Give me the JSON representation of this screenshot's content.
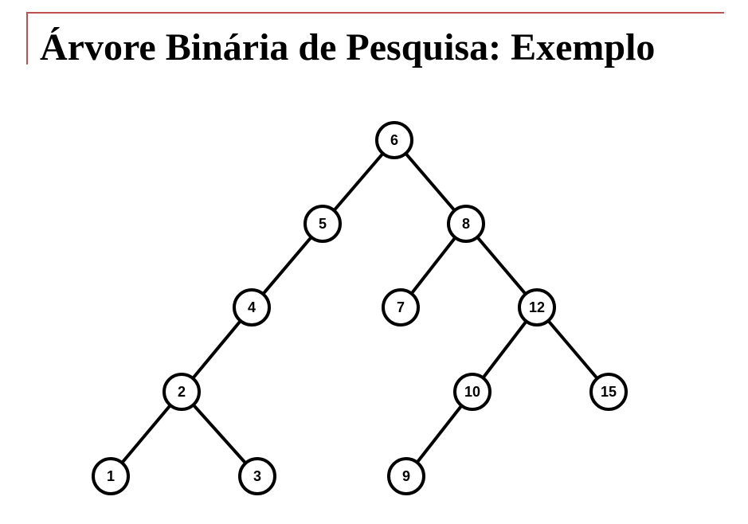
{
  "title": "Árvore Binária de Pesquisa: Exemplo",
  "colors": {
    "accent_rule": "#c0504d",
    "node_stroke": "#000000",
    "node_fill": "#ffffff",
    "edge": "#000000"
  },
  "tree": {
    "nodes": [
      {
        "id": "n6",
        "label": "6"
      },
      {
        "id": "n5",
        "label": "5"
      },
      {
        "id": "n8",
        "label": "8"
      },
      {
        "id": "n4",
        "label": "4"
      },
      {
        "id": "n7",
        "label": "7"
      },
      {
        "id": "n12",
        "label": "12"
      },
      {
        "id": "n2",
        "label": "2"
      },
      {
        "id": "n10",
        "label": "10"
      },
      {
        "id": "n15",
        "label": "15"
      },
      {
        "id": "n1",
        "label": "1"
      },
      {
        "id": "n3",
        "label": "3"
      },
      {
        "id": "n9",
        "label": "9"
      }
    ],
    "edges": [
      {
        "from": "n6",
        "to": "n5"
      },
      {
        "from": "n6",
        "to": "n8"
      },
      {
        "from": "n5",
        "to": "n4"
      },
      {
        "from": "n8",
        "to": "n7"
      },
      {
        "from": "n8",
        "to": "n12"
      },
      {
        "from": "n4",
        "to": "n2"
      },
      {
        "from": "n12",
        "to": "n10"
      },
      {
        "from": "n12",
        "to": "n15"
      },
      {
        "from": "n2",
        "to": "n1"
      },
      {
        "from": "n2",
        "to": "n3"
      },
      {
        "from": "n10",
        "to": "n9"
      }
    ]
  }
}
